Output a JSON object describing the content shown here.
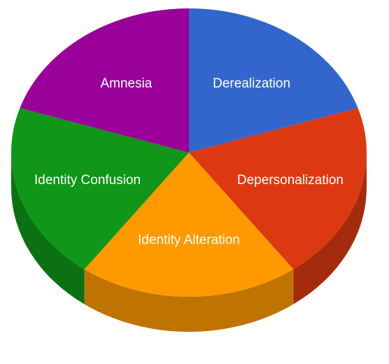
{
  "chart_data": {
    "type": "pie",
    "title": "",
    "style": "3d",
    "slices": [
      {
        "label": "Derealization",
        "value": 20,
        "color": "#3366cc"
      },
      {
        "label": "Depersonalization",
        "value": 20,
        "color": "#dc3912"
      },
      {
        "label": "Identity Alteration",
        "value": 20,
        "color": "#ff9900"
      },
      {
        "label": "Identity Confusion",
        "value": 20,
        "color": "#109618"
      },
      {
        "label": "Amnesia",
        "value": 20,
        "color": "#990099"
      }
    ]
  }
}
